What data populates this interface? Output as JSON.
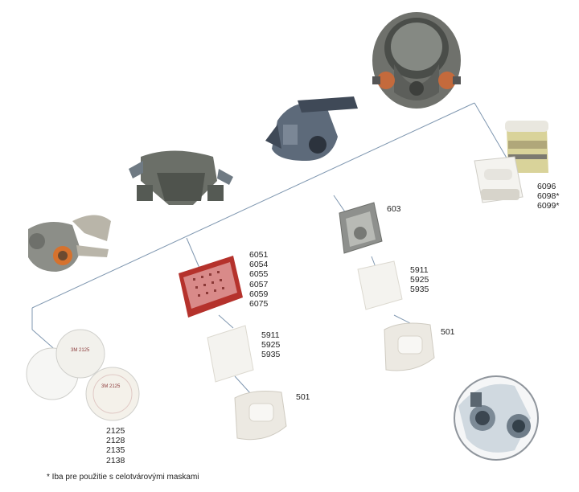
{
  "labels": {
    "full_face_cartridges": [
      "6096",
      "6098*",
      "6099*"
    ],
    "bayonet_adapter": [
      "603"
    ],
    "adapter_filters": [
      "5911",
      "5925",
      "5935"
    ],
    "adapter_retainer": [
      "501"
    ],
    "gas_cartridges": [
      "6051",
      "6054",
      "6055",
      "6057",
      "6059",
      "6075"
    ],
    "cartridge_filters": [
      "5911",
      "5925",
      "5935"
    ],
    "cartridge_retainer": [
      "501"
    ],
    "particulate_filters": [
      "2125",
      "2128",
      "2135",
      "2138"
    ]
  },
  "filter_disc_text": [
    "3M 2125",
    "3M 2125"
  ],
  "footnote": "* Iba pre použitie s celotvárovými maskami",
  "colors": {
    "connector_line": "#7f97b0",
    "mask_grey": "#8a8c88",
    "cartridge_red": "#c0392b",
    "filter_white": "#f4f3ef"
  }
}
